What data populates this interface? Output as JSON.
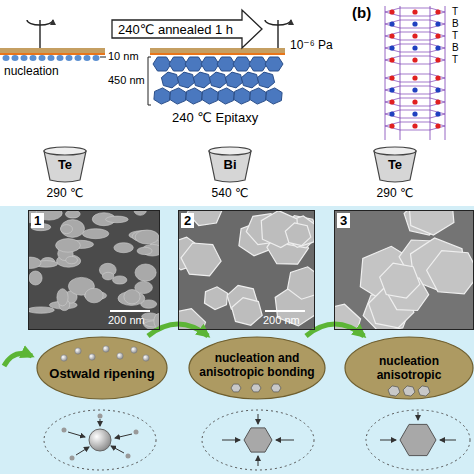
{
  "diagram": {
    "nodes": [
      {
        "text": [
          "Te",
          "290 ℃"
        ]
      },
      {
        "text": [
          "Bi",
          "540 ℃"
        ]
      },
      {
        "text": [
          "Te",
          "290 ℃"
        ]
      },
      {
        "text": [
          "1",
          "200 nm"
        ]
      },
      {
        "text": [
          "2",
          "200 nm"
        ]
      },
      {
        "text": [
          "3"
        ]
      },
      {
        "text": [
          "Ostwald ripening"
        ]
      },
      {
        "text": [
          "nucleation and anisotropic bonding"
        ]
      },
      {
        "text": [
          "nucleation anisotropic"
        ]
      }
    ],
    "edges": [
      {
        "from": 6,
        "to": 7,
        "arrow": "to"
      },
      {
        "from": 7,
        "to": 8,
        "arrow": "to"
      }
    ],
    "labels": [
      "nucleation",
      "10 nm",
      "240℃ annealed 1 h",
      "10⁻⁶ Pa",
      "450 nm",
      "240 ℃ Epitaxy",
      "(b)",
      "T",
      "B",
      "T",
      "B",
      "T"
    ]
  }
}
